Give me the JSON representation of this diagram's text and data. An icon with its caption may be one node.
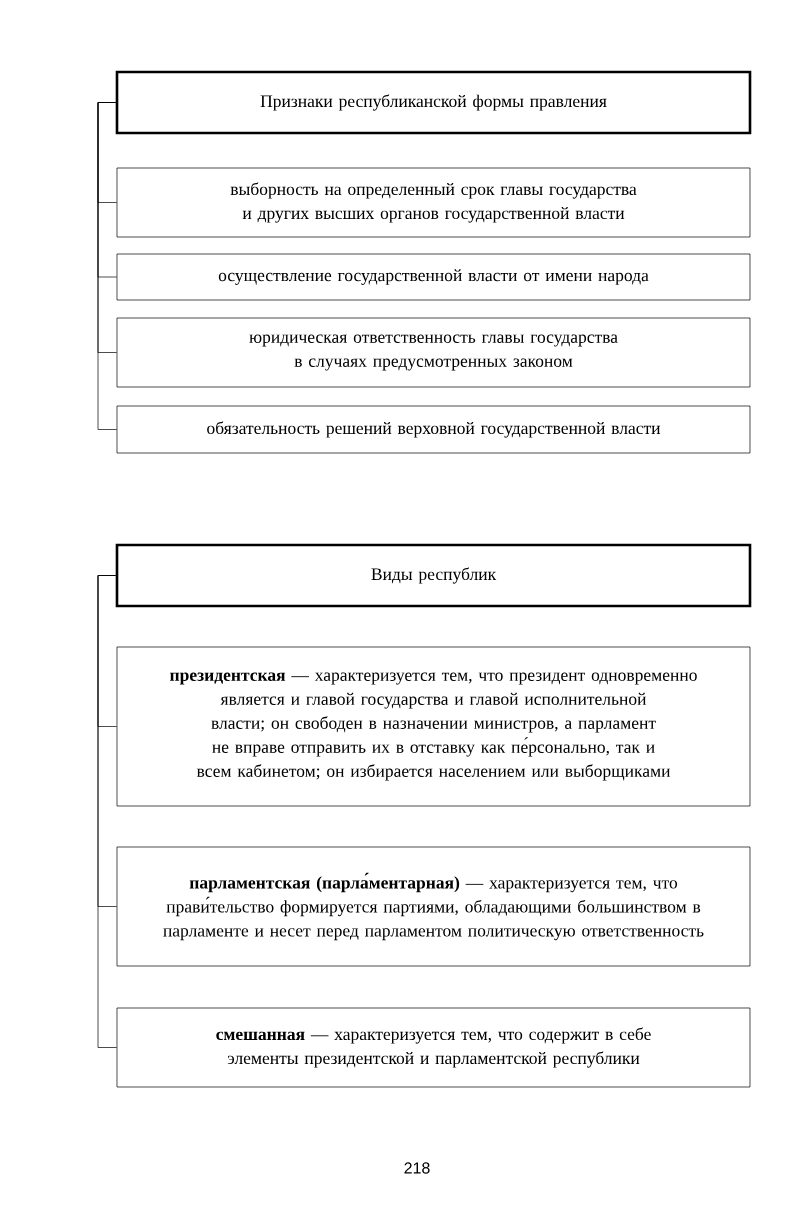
{
  "diagram": {
    "nodes": [
      {
        "text": [
          "Признаки республиканской формы правления"
        ]
      },
      {
        "text": [
          "выборность на определенный срок главы государства и других высших органов государственной власти"
        ]
      },
      {
        "text": [
          "осуществление государственной власти от имени народа"
        ]
      },
      {
        "text": [
          "юридическая ответственность главы государства в случаях предусмотренных законом"
        ]
      },
      {
        "text": [
          "обязательность решений верховной государственной власти"
        ]
      },
      {
        "text": [
          "Виды республик"
        ]
      },
      {
        "text": [
          "**президентская** — характеризуется тем, что президент одновременно является и главой государства и главой исполнительной власти; он свободен в назначении министров, а парламент не вправе отправить их в отставку как пе́рсонально, так и всем кабинетом; он избирается населением или выборщиками"
        ]
      },
      {
        "text": [
          "**парламентская (парла́ментарная)** — характеризуется тем, что прави́тельство формируется партиями, обладающими большинством в парламенте и несет перед парламентом политическую ответственность"
        ]
      },
      {
        "text": [
          "**смешанная** — характеризуется тем, что содержит в себе элементы президентской и парламентской республики"
        ]
      }
    ],
    "edges": [
      {
        "from": 0,
        "to": 1,
        "arrow": "none"
      },
      {
        "from": 0,
        "to": 2,
        "arrow": "none"
      },
      {
        "from": 0,
        "to": 3,
        "arrow": "none"
      },
      {
        "from": 0,
        "to": 4,
        "arrow": "none"
      },
      {
        "from": 5,
        "to": 6,
        "arrow": "none"
      },
      {
        "from": 5,
        "to": 7,
        "arrow": "none"
      },
      {
        "from": 5,
        "to": 8,
        "arrow": "none"
      }
    ],
    "labels": [
      "218"
    ]
  }
}
